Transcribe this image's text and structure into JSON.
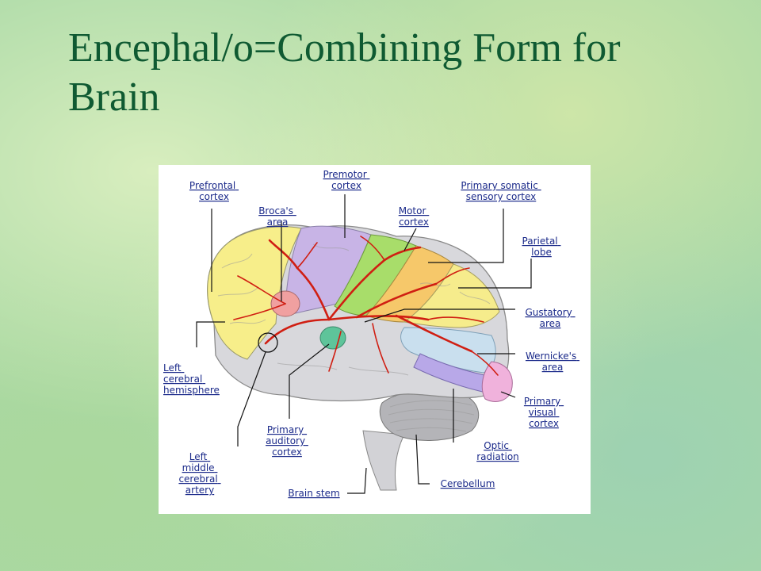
{
  "slide": {
    "title": "Encephal/o=Combining Form for Brain"
  },
  "diagram": {
    "labels": {
      "prefrontal_cortex": [
        "Prefrontal",
        "cortex"
      ],
      "premotor_cortex": [
        "Premotor",
        "cortex"
      ],
      "primary_somatic_sensory_cortex": [
        "Primary somatic",
        "sensory cortex"
      ],
      "brocas_area": [
        "Broca's",
        "area"
      ],
      "motor_cortex": [
        "Motor",
        "cortex"
      ],
      "parietal_lobe": [
        "Parietal",
        "lobe"
      ],
      "gustatory_area": [
        "Gustatory",
        "area"
      ],
      "wernickes_area": [
        "Wernicke's",
        "area"
      ],
      "primary_visual_cortex": [
        "Primary",
        "visual",
        "cortex"
      ],
      "left_cerebral_hemisphere": [
        "Left",
        "cerebral",
        "hemisphere"
      ],
      "primary_auditory_cortex": [
        "Primary",
        "auditory",
        "cortex"
      ],
      "left_middle_cerebral_artery": [
        "Left",
        "middle",
        "cerebral",
        "artery"
      ],
      "optic_radiation": [
        "Optic",
        "radiation"
      ],
      "brain_stem": [
        "Brain stem"
      ],
      "cerebellum": [
        "Cerebellum"
      ]
    },
    "colors": {
      "prefrontal": "#f7ee8a",
      "premotor": "#c8b4e6",
      "motor": "#a8dd6a",
      "somatic_sensory": "#f6c86a",
      "parietal": "#f6ec8c",
      "temporal": "#d8d8dc",
      "wernicke": "#c9dfee",
      "visual": "#f0b2dc",
      "optic": "#b8a8e8",
      "broca": "#f0a0a0",
      "auditory": "#5ec49a",
      "cerebellum": "#b4b4b8",
      "brainstem": "#d2d2d6",
      "artery": "#d01e12",
      "label_text": "#1b2a8a",
      "title_text": "#0f5a32"
    }
  }
}
